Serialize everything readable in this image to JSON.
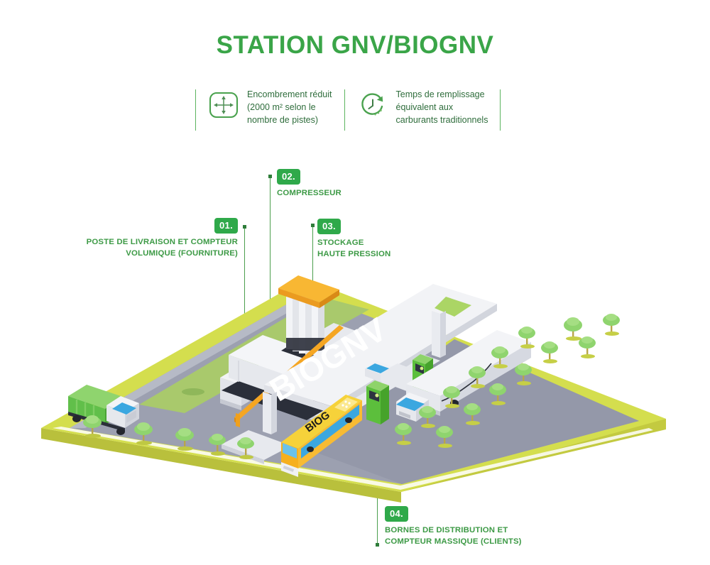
{
  "title": "STATION GNV/BIOGNV",
  "accent_green": "#3aa548",
  "badge_green": "#2fa94a",
  "features": [
    {
      "icon": "expand-arrows-icon",
      "text": "Encombrement réduit\n(2000 m² selon le\nnombre de pistes)"
    },
    {
      "icon": "clock-refresh-icon",
      "text": "Temps de remplissage\néquivalent aux\ncarburants traditionnels"
    }
  ],
  "callouts": [
    {
      "number": "01.",
      "text": "POSTE DE LIVRAISON ET COMPTEUR\nVOLUMIQUE (FOURNITURE)"
    },
    {
      "number": "02.",
      "text": "COMPRESSEUR"
    },
    {
      "number": "03.",
      "text": "STOCKAGE\nHAUTE PRESSION"
    },
    {
      "number": "04.",
      "text": "BORNES DE DISTRIBUTION ET\nCOMPTEUR MASSIQUE (CLIENTS)"
    }
  ],
  "scene": {
    "canopy_sign": "BIOGNV",
    "bus_sign": "BIOG",
    "colors": {
      "lawn_top": "#d4de4e",
      "lawn_side": "#b8bf3c",
      "asphalt": "#9a9eae",
      "asphalt_dark": "#8b90a2",
      "grass": "#aac96a",
      "concrete": "#e4e6eb",
      "tank_cap": "#f5a623",
      "bus_body": "#f6b01e",
      "dispenser": "#5cbf3c",
      "truck_green": "#61bf4a",
      "window_blue": "#3ba7e0"
    }
  }
}
